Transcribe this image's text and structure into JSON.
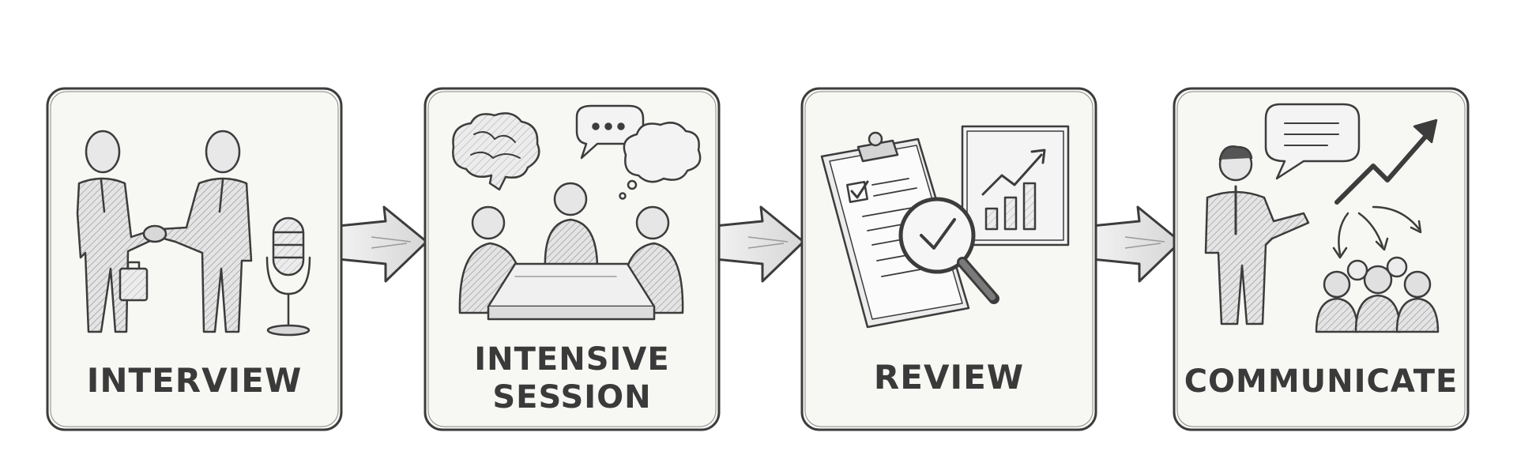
{
  "flow": {
    "steps": [
      {
        "label_lines": [
          "INTERVIEW"
        ],
        "icon": "handshake-microphone-icon"
      },
      {
        "label_lines": [
          "INTENSIVE",
          "SESSION"
        ],
        "icon": "brainstorm-meeting-icon"
      },
      {
        "label_lines": [
          "REVIEW"
        ],
        "icon": "clipboard-magnifier-chart-icon"
      },
      {
        "label_lines": [
          "COMMUNICATE"
        ],
        "icon": "presenter-audience-icon"
      }
    ],
    "connector": "arrow-right-icon"
  },
  "colors": {
    "card_fill": "#f7f7f3",
    "stroke": "#3c3c3c",
    "shade": "#cfcfcf",
    "text": "#3a3a3a"
  }
}
